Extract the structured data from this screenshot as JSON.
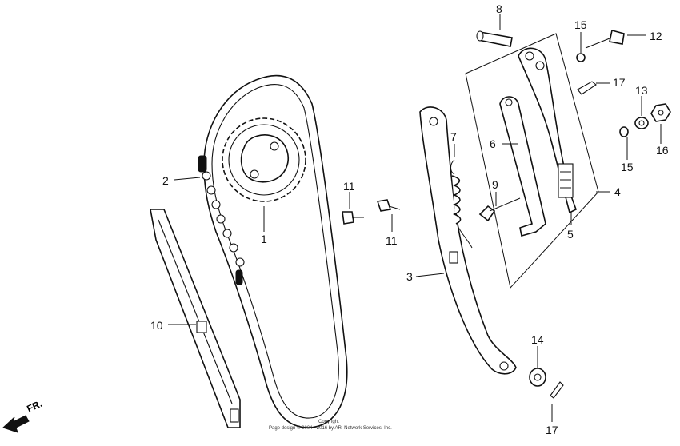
{
  "callouts": {
    "c1": "1",
    "c2": "2",
    "c3": "3",
    "c4": "4",
    "c5": "5",
    "c6": "6",
    "c7": "7",
    "c8": "8",
    "c9": "9",
    "c10": "10",
    "c11a": "11",
    "c11b": "11",
    "c12": "12",
    "c13": "13",
    "c14": "14",
    "c15a": "15",
    "c15b": "15",
    "c16": "16",
    "c17a": "17",
    "c17b": "17"
  },
  "direction_label": "FR.",
  "footer": {
    "line1": "Copyright",
    "line2": "Page design © 2004 - 2016 by ARI Network Services, Inc."
  }
}
